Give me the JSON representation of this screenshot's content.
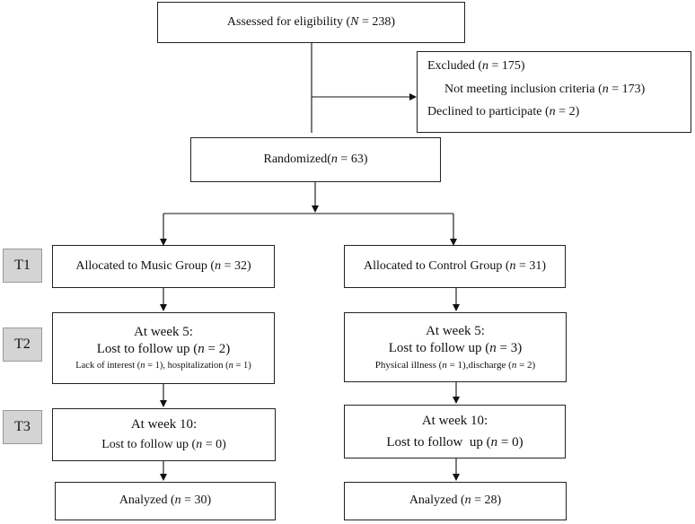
{
  "assessed": {
    "pre": "Assessed for eligibility (",
    "var": "N",
    "post": " = 238)"
  },
  "excluded": {
    "line1": {
      "pre": "Excluded (",
      "var": "n",
      "post": " = 175)"
    },
    "line2": {
      "pre": "Not meeting inclusion criteria (",
      "var": "n",
      "post": " = 173)"
    },
    "line3": {
      "pre": "Declined to participate (",
      "var": "n",
      "post": " = 2)"
    }
  },
  "randomized": {
    "pre": "Randomized(",
    "var": "n",
    "post": " = 63)"
  },
  "timepoints": [
    "T1",
    "T2",
    "T3"
  ],
  "music": {
    "allocated": {
      "pre": "Allocated to Music Group (",
      "var": "n",
      "post": " = 32)"
    },
    "week5": {
      "title": "At week 5:",
      "lost": {
        "pre": "Lost to follow up (",
        "var": "n",
        "post": " = 2)"
      },
      "reasons": {
        "a_pre": "Lack of interest (",
        "a_var": "n",
        "a_post": " = 1), hospitalization (",
        "b_var": "n",
        "b_post": " = 1)"
      }
    },
    "week10": {
      "title": "At week 10:",
      "lost": {
        "pre": "Lost to follow up (",
        "var": "n",
        "post": " = 0)"
      }
    },
    "analyzed": {
      "pre": "Analyzed (",
      "var": "n",
      "post": " = 30)"
    }
  },
  "control": {
    "allocated": {
      "pre": "Allocated to Control Group (",
      "var": "n",
      "post": " = 31)"
    },
    "week5": {
      "title": "At week 5:",
      "lost": {
        "pre": "Lost to follow up (",
        "var": "n",
        "post": " = 3)"
      },
      "reasons": {
        "a_pre": "Physical illness (",
        "a_var": "n",
        "a_post": " = 1),discharge (",
        "b_var": "n",
        "b_post": " = 2)"
      }
    },
    "week10": {
      "title": "At week 10:",
      "lost": {
        "pre": "Lost to follow  up (",
        "var": "n",
        "post": " = 0)"
      }
    },
    "analyzed": {
      "pre": "Analyzed (",
      "var": "n",
      "post": " = 28)"
    }
  }
}
